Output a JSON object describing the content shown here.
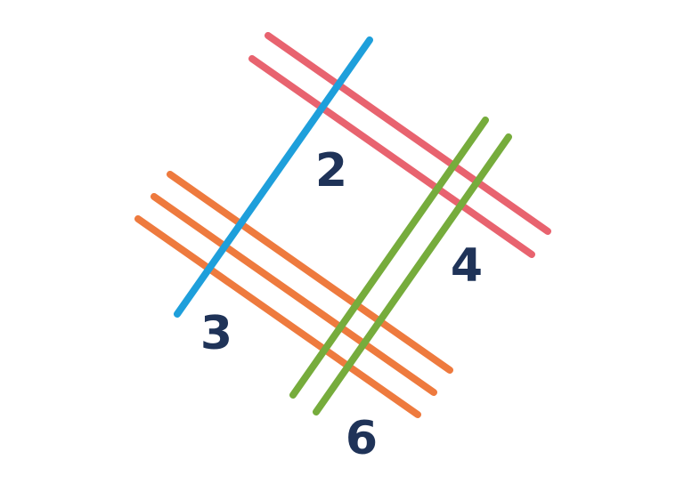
{
  "colors": {
    "background": "#ffffff",
    "red": "#E8636F",
    "blue": "#1E9FDB",
    "green": "#76AC3C",
    "orange": "#EE7A3E",
    "label": "#1F3358"
  },
  "labels": {
    "blue": "2",
    "orange": "3",
    "red": "4",
    "green": "6"
  },
  "line_groups": [
    {
      "color": "red",
      "count": 2
    },
    {
      "color": "blue",
      "count": 1
    },
    {
      "color": "green",
      "count": 2
    },
    {
      "color": "orange",
      "count": 3
    }
  ]
}
